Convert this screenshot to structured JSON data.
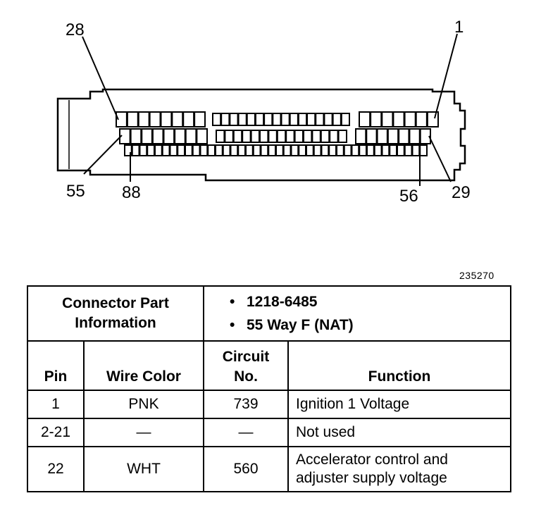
{
  "diagram": {
    "pin_labels": {
      "p28": "28",
      "p1": "1",
      "p55": "55",
      "p88": "88",
      "p56": "56",
      "p29": "29"
    },
    "figure_number": "235270"
  },
  "table": {
    "part_info_label": [
      "Connector Part",
      "Information"
    ],
    "part_info_items": [
      "1218-6485",
      "55 Way F (NAT)"
    ],
    "bullet": "•",
    "headers": {
      "pin": "Pin",
      "wire_color": "Wire Color",
      "circuit_line1": "Circuit",
      "circuit_line2": "No.",
      "function": "Function"
    },
    "rows": [
      {
        "pin": "1",
        "wire_color": "PNK",
        "circuit": "739",
        "function": [
          "Ignition 1 Voltage"
        ]
      },
      {
        "pin": "2-21",
        "wire_color": "—",
        "circuit": "—",
        "function": [
          "Not used"
        ]
      },
      {
        "pin": "22",
        "wire_color": "WHT",
        "circuit": "560",
        "function": [
          "Accelerator control and",
          "adjuster supply voltage"
        ]
      }
    ]
  }
}
